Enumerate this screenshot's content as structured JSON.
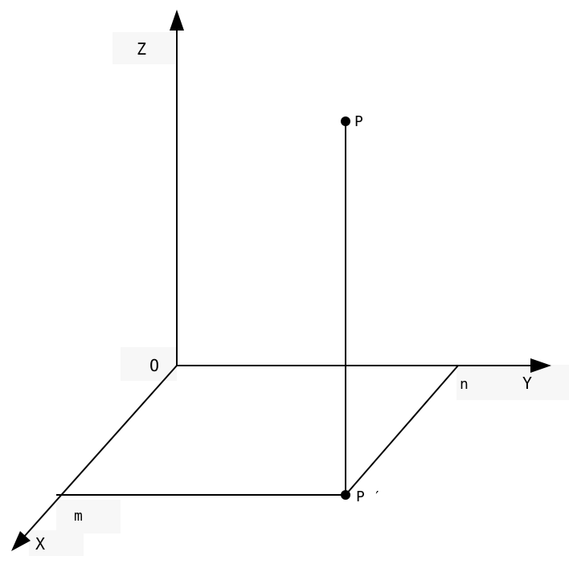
{
  "diagram": {
    "axes": {
      "z_label": "Z",
      "y_label": "Y",
      "x_label": "X",
      "origin_label": "O"
    },
    "points": {
      "p_label": "P",
      "p_prime_label": "P′"
    },
    "intercepts": {
      "m_label": "m",
      "n_label": "n"
    }
  }
}
